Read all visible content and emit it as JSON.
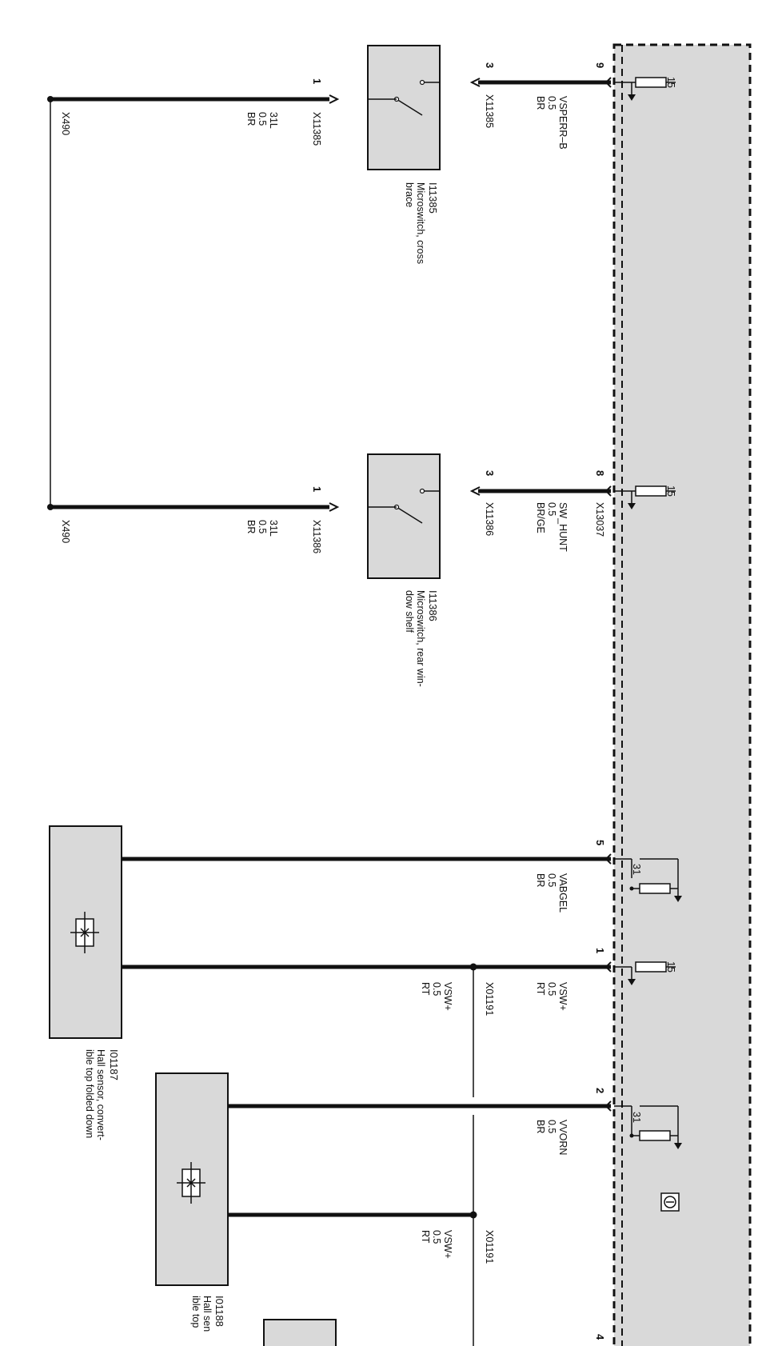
{
  "switches": [
    {
      "id": "I11385",
      "desc1": "Microswitch, cross",
      "desc2": "brace",
      "pin_ecu": "9",
      "signal": "VSPERR–B",
      "size": "0.5",
      "color": "BR",
      "connector": "X11385",
      "pin_in": "3",
      "pin_out": "1",
      "gnd_name": "31L",
      "gnd_size": "0.5",
      "gnd_color": "BR",
      "gnd_connector": "X11385",
      "ground_point": "X490",
      "ecu_supply": "15"
    },
    {
      "id": "I11386",
      "desc1": "Microswitch, rear win-",
      "desc2": "dow shelf",
      "pin_ecu": "8",
      "signal": "SW_HUNT",
      "size": "0.5",
      "color": "BR/GE",
      "connector": "X11386",
      "pin_in": "3",
      "pin_out": "1",
      "gnd_name": "31L",
      "gnd_size": "0.5",
      "gnd_color": "BR",
      "gnd_connector": "X11386",
      "ecu_connector": "X13037",
      "ground_point": "X490",
      "ecu_supply": "15"
    }
  ],
  "sensors": [
    {
      "id": "I01187",
      "desc1": "Hall sensor, convert-",
      "desc2": "ible top folded down"
    },
    {
      "id": "I01188",
      "desc1": "Hall sen",
      "desc2": "ible top"
    }
  ],
  "wires": [
    {
      "pin": "5",
      "signal": "VABGEL",
      "size": "0.5",
      "color": "BR",
      "bias": "31"
    },
    {
      "pin": "1",
      "signal": "VSW+",
      "size": "0.5",
      "color": "RT",
      "bias": "15",
      "splice": "X01191",
      "branch_signal": "VSW+",
      "branch_size": "0.5",
      "branch_color": "RT"
    },
    {
      "pin": "2",
      "signal": "VVORN",
      "size": "0.5",
      "color": "BR",
      "bias": "31"
    },
    {
      "pin": "4",
      "signal": "",
      "size": "",
      "color": ""
    }
  ],
  "splice2": {
    "name": "X01191",
    "signal": "VSW+",
    "size": "0.5",
    "color": "RT"
  },
  "module_symbol": "control-unit-icon"
}
